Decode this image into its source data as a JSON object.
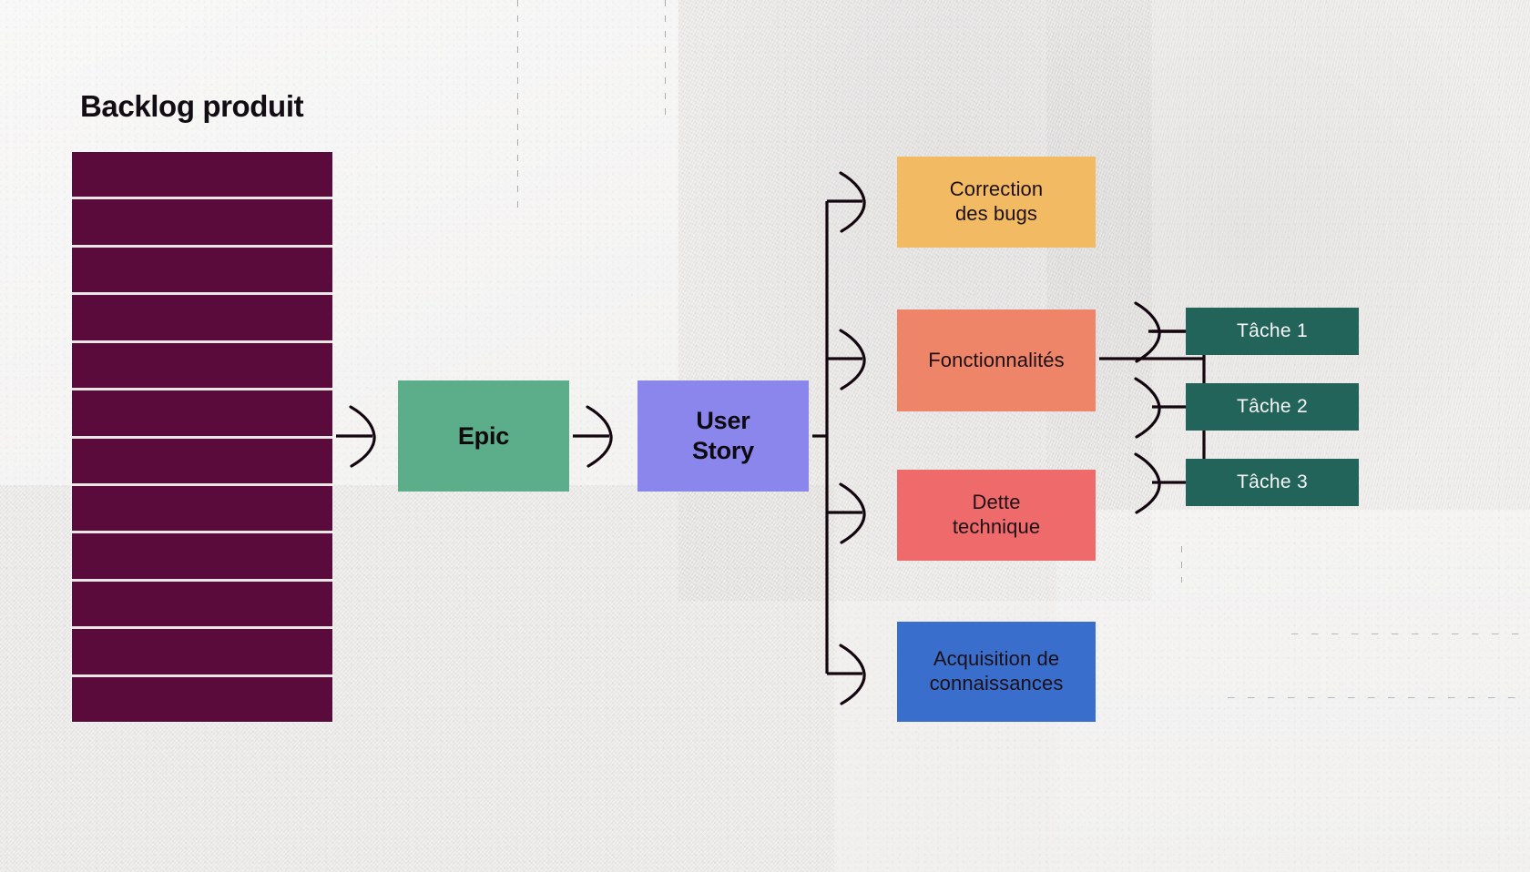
{
  "diagram": {
    "title": "Backlog produit",
    "backlog": {
      "label": "Backlog produit",
      "row_count": 12,
      "color": "#5a0b3c"
    },
    "nodes": {
      "epic": {
        "label": "Epic",
        "color": "#5cad89",
        "text_color": "#0e0a0e"
      },
      "story": {
        "label": "User\nStory",
        "line1": "User",
        "line2": "Story",
        "color": "#8b86ec",
        "text_color": "#0d0a12"
      }
    },
    "branches": [
      {
        "id": "bugs",
        "line1": "Correction",
        "line2": "des bugs",
        "color": "#f2bb63",
        "text_color": "#1d1016"
      },
      {
        "id": "features",
        "line1": "Fonctionnalités",
        "line2": "",
        "color": "#ee8468",
        "text_color": "#1d1016"
      },
      {
        "id": "debt",
        "line1": "Dette",
        "line2": "technique",
        "color": "#ef6b6b",
        "text_color": "#1d1016"
      },
      {
        "id": "knowledge",
        "line1": "Acquisition de",
        "line2": "connaissances",
        "color": "#3a6ecd",
        "text_color": "#0b1020"
      }
    ],
    "tasks": [
      {
        "id": "task-1",
        "label": "Tâche 1",
        "color": "#22635a",
        "text_color": "#f6f7f6"
      },
      {
        "id": "task-2",
        "label": "Tâche 2",
        "color": "#22635a",
        "text_color": "#f6f7f6"
      },
      {
        "id": "task-3",
        "label": "Tâche 3",
        "color": "#22635a",
        "text_color": "#f6f7f6"
      }
    ],
    "flow": [
      "Backlog produit",
      "Epic",
      "User Story",
      "Correction des bugs / Fonctionnalités / Dette technique / Acquisition de connaissances",
      "Tâche 1 / Tâche 2 / Tâche 3"
    ],
    "background": {
      "paper_color": "#f1f0ef",
      "arrow_color": "#14060f"
    }
  }
}
